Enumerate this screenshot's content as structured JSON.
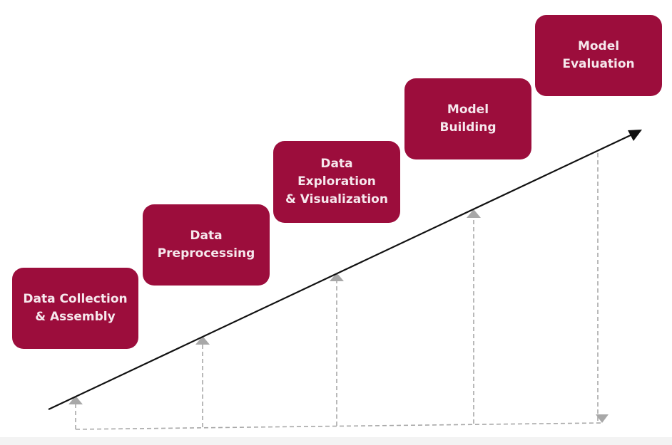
{
  "diagram": {
    "colors": {
      "box_fill": "#9c0d3c",
      "box_text": "#f6e8ed",
      "main_arrow": "#111111",
      "guide_line": "#a8a8a8"
    },
    "stages": [
      {
        "id": "data-collection",
        "label": "Data Collection\n& Assembly"
      },
      {
        "id": "data-preprocessing",
        "label": "Data\nPreprocessing"
      },
      {
        "id": "data-exploration",
        "label": "Data Exploration\n& Visualization"
      },
      {
        "id": "model-building",
        "label": "Model\nBuilding"
      },
      {
        "id": "model-evaluation",
        "label": "Model\nEvaluation"
      }
    ]
  }
}
